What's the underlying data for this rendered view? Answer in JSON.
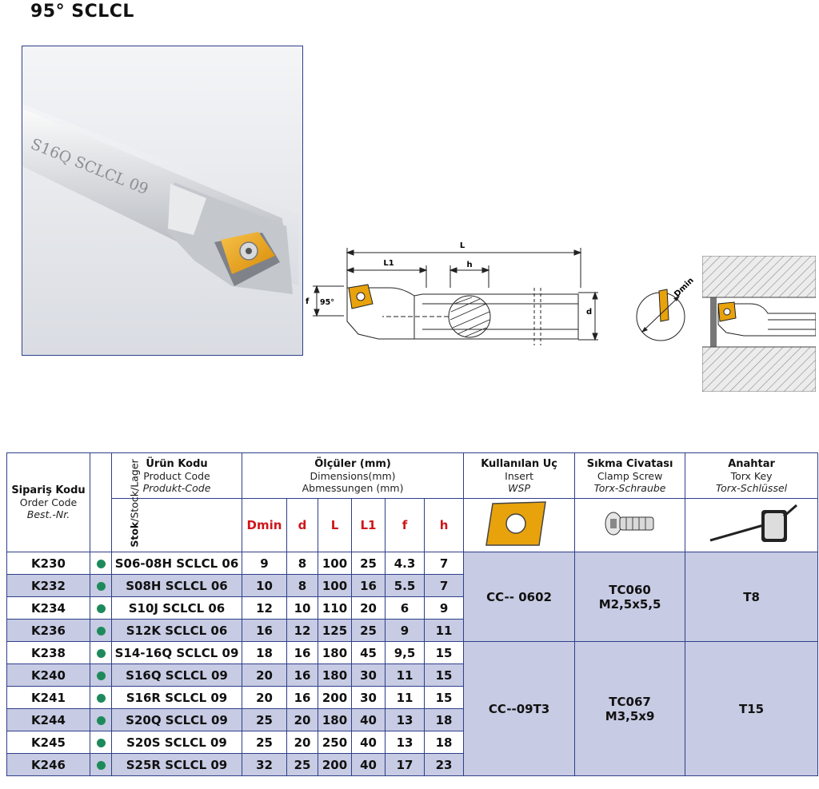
{
  "title": "95° SCLCL",
  "photo": {
    "engraving": "S16Q SCLCL 09"
  },
  "drawing": {
    "labels": {
      "L": "L",
      "L1": "L1",
      "h": "h",
      "f": "f",
      "d": "d",
      "angle": "95°",
      "dmin": "Dmin"
    }
  },
  "table": {
    "headers": {
      "order_tr": "Sipariş Kodu",
      "order_en": "Order Code",
      "order_de": "Best.-Nr.",
      "stock_tr": "Stok",
      "stock_rest": "/Stock/Lager",
      "product_tr": "Ürün Kodu",
      "product_en": "Product Code",
      "product_de": "Produkt-Code",
      "dims_tr": "Ölçüler (mm)",
      "dims_en": "Dimensions(mm)",
      "dims_de": "Abmessungen (mm)",
      "insert_tr": "Kullanılan Uç",
      "insert_en": "Insert",
      "insert_de": "WSP",
      "screw_tr": "Sıkma Civatası",
      "screw_en": "Clamp Screw",
      "screw_de": "Torx-Schraube",
      "key_tr": "Anahtar",
      "key_en": "Torx Key",
      "key_de": "Torx-Schlüssel",
      "dim_cols": [
        "Dmin",
        "d",
        "L",
        "L1",
        "f",
        "h"
      ]
    },
    "rows": [
      {
        "order": "K230",
        "product": "S06-08H SCLCL 06",
        "dmin": "9",
        "d": "8",
        "L": "100",
        "L1": "25",
        "f": "4.3",
        "h": "7",
        "shaded": false
      },
      {
        "order": "K232",
        "product": "S08H SCLCL 06",
        "dmin": "10",
        "d": "8",
        "L": "100",
        "L1": "16",
        "f": "5.5",
        "h": "7",
        "shaded": true
      },
      {
        "order": "K234",
        "product": "S10J SCLCL 06",
        "dmin": "12",
        "d": "10",
        "L": "110",
        "L1": "20",
        "f": "6",
        "h": "9",
        "shaded": false
      },
      {
        "order": "K236",
        "product": "S12K SCLCL 06",
        "dmin": "16",
        "d": "12",
        "L": "125",
        "L1": "25",
        "f": "9",
        "h": "11",
        "shaded": true
      },
      {
        "order": "K238",
        "product": "S14-16Q SCLCL 09",
        "dmin": "18",
        "d": "16",
        "L": "180",
        "L1": "45",
        "f": "9,5",
        "h": "15",
        "shaded": false
      },
      {
        "order": "K240",
        "product": "S16Q SCLCL 09",
        "dmin": "20",
        "d": "16",
        "L": "180",
        "L1": "30",
        "f": "11",
        "h": "15",
        "shaded": true
      },
      {
        "order": "K241",
        "product": "S16R SCLCL 09",
        "dmin": "20",
        "d": "16",
        "L": "200",
        "L1": "30",
        "f": "11",
        "h": "15",
        "shaded": false
      },
      {
        "order": "K244",
        "product": "S20Q SCLCL 09",
        "dmin": "25",
        "d": "20",
        "L": "180",
        "L1": "40",
        "f": "13",
        "h": "18",
        "shaded": true
      },
      {
        "order": "K245",
        "product": "S20S SCLCL 09",
        "dmin": "25",
        "d": "20",
        "L": "250",
        "L1": "40",
        "f": "13",
        "h": "18",
        "shaded": false
      },
      {
        "order": "K246",
        "product": "S25R SCLCL 09",
        "dmin": "32",
        "d": "25",
        "L": "200",
        "L1": "40",
        "f": "17",
        "h": "23",
        "shaded": true
      }
    ],
    "groups": [
      {
        "insert": "CC-- 0602",
        "screw_1": "TC060",
        "screw_2": "M2,5x5,5",
        "key": "T8"
      },
      {
        "insert": "CC--09T3",
        "screw_1": "TC067",
        "screw_2": "M3,5x9",
        "key": "T15"
      }
    ]
  },
  "colors": {
    "accent_red": "#d0161b",
    "border_blue": "#2f3f8a",
    "row_shade": "#c7cbe3",
    "stock_dot": "#1e8a5c",
    "insert_gold": "#e8a20c"
  }
}
